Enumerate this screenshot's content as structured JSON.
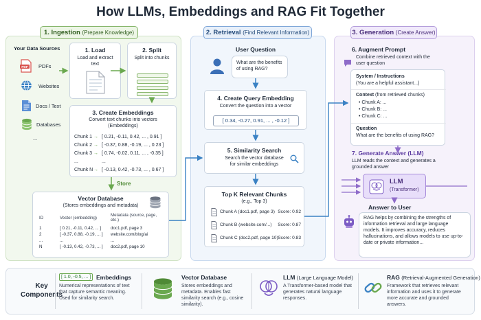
{
  "title": "How LLMs, Embeddings and RAG Fit Together",
  "colors": {
    "green": "#6aa84f",
    "blue": "#3b82c4",
    "purple": "#8e6bc9"
  },
  "ingestion": {
    "header_num": "1. Ingestion",
    "header_sub": "(Prepare Knowledge)",
    "sources_title": "Your Data Sources",
    "sources": [
      {
        "label": "PDFs",
        "icon": "pdf-icon"
      },
      {
        "label": "Websites",
        "icon": "globe-icon"
      },
      {
        "label": "Docs / Text",
        "icon": "document-icon"
      },
      {
        "label": "Databases",
        "icon": "database-icon"
      }
    ],
    "sources_more": "...",
    "load_title": "1. Load",
    "load_desc": "Load and extract text",
    "split_title": "2. Split",
    "split_desc": "Split into chunks",
    "embed_title": "3. Create Embeddings",
    "embed_desc": "Convert text chunks into vectors (Embeddings)",
    "chunks": [
      {
        "name": "Chunk 1",
        "vec": "[ 0.21, -0.11, 0.42, ... , 0.91 ]"
      },
      {
        "name": "Chunk 2",
        "vec": "[ -0.37, 0.88, -0.19, ... , 0.23 ]"
      },
      {
        "name": "Chunk 3",
        "vec": "[ 0.74, -0.02, 0.11, ... , -0.35 ]"
      },
      {
        "name": "...",
        "vec": "..."
      },
      {
        "name": "Chunk N",
        "vec": "[ -0.13, 0.42, -0.73, ... , 0.67 ]"
      }
    ],
    "store_label": "Store",
    "vdb_title": "Vector Database",
    "vdb_desc": "(Stores embeddings and metadata)",
    "vdb_headers": [
      "ID",
      "Vector (embedding)",
      "Metadata (source, page, etc.)"
    ],
    "vdb_rows": [
      [
        "1",
        "[ 0.21, -0.11, 0.42, ... ]",
        "doc1.pdf, page 3"
      ],
      [
        "2",
        "[ -0.37, 0.88, -0.19, ... ]",
        "website.com/blog/ai"
      ],
      [
        "...",
        "...",
        "..."
      ],
      [
        "N",
        "[ -0.13, 0.42, -0.73, ... ]",
        "doc2.pdf, page 10"
      ]
    ]
  },
  "retrieval": {
    "header_num": "2. Retrieval",
    "header_sub": "(Find Relevant Information)",
    "question_title": "User Question",
    "question_text": "What are the benefits of using RAG?",
    "qembed_title": "4. Create Query Embedding",
    "qembed_desc": "Convert the question into a vector",
    "qvector": "[ 0.34, -0.27, 0.91, ... , -0.12 ]",
    "sim_title": "5. Similarity Search",
    "sim_desc": "Search the vector database for similar embeddings",
    "topk_title": "Top K Relevant Chunks",
    "topk_sub": "(e.g., Top 3)",
    "results": [
      {
        "name": "Chunk A (doc1.pdf, page 3)",
        "score": "Score: 0.92"
      },
      {
        "name": "Chunk B (website.com/...)",
        "score": "Score: 0.87"
      },
      {
        "name": "Chunk C (doc2.pdf, page 10)",
        "score": "Score: 0.83"
      }
    ]
  },
  "generation": {
    "header_num": "3. Generation",
    "header_sub": "(Create Answer)",
    "augment_title": "6. Augment Prompt",
    "augment_desc": "Combine retrieved context with the user question",
    "sys_title": "System / Instructions",
    "sys_text": "(You are a helpful assistant...)",
    "ctx_title": "Context",
    "ctx_sub": "(from retrieved chunks)",
    "ctx_items": [
      "Chunk A: ...",
      "Chunk B: ...",
      "Chunk C: ..."
    ],
    "q_title": "Question",
    "q_text": "What are the benefits of using RAG?",
    "gen_title": "7. Generate Answer (LLM)",
    "gen_desc": "LLM reads the context and generates a grounded answer",
    "llm_title": "LLM",
    "llm_sub": "(Transformer)",
    "answer_title": "Answer to User",
    "answer_text": "RAG helps by combining the strengths of information retrieval and large language models. It improves accuracy, reduces hallucinations, and allows models to use up-to-date or private information..."
  },
  "key": {
    "heading_line1": "Key",
    "heading_line2": "Components",
    "items": [
      {
        "title": "Embeddings",
        "icon_text": "[ 1.0, -0.5, ... ]",
        "desc": "Numerical representations of text that capture semantic meaning. Used for similarity search."
      },
      {
        "title": "Vector Database",
        "desc": "Stores embeddings and metadata. Enables fast similarity search (e.g., cosine similarity)."
      },
      {
        "title": "LLM",
        "title_sub": "(Large Language Model)",
        "desc": "A Transformer-based model that generates natural language responses."
      },
      {
        "title": "RAG",
        "title_sub": "(Retrieval-Augmented Generation)",
        "desc": "Framework that retrieves relevant information and uses it to generate more accurate and grounded answers."
      }
    ]
  }
}
